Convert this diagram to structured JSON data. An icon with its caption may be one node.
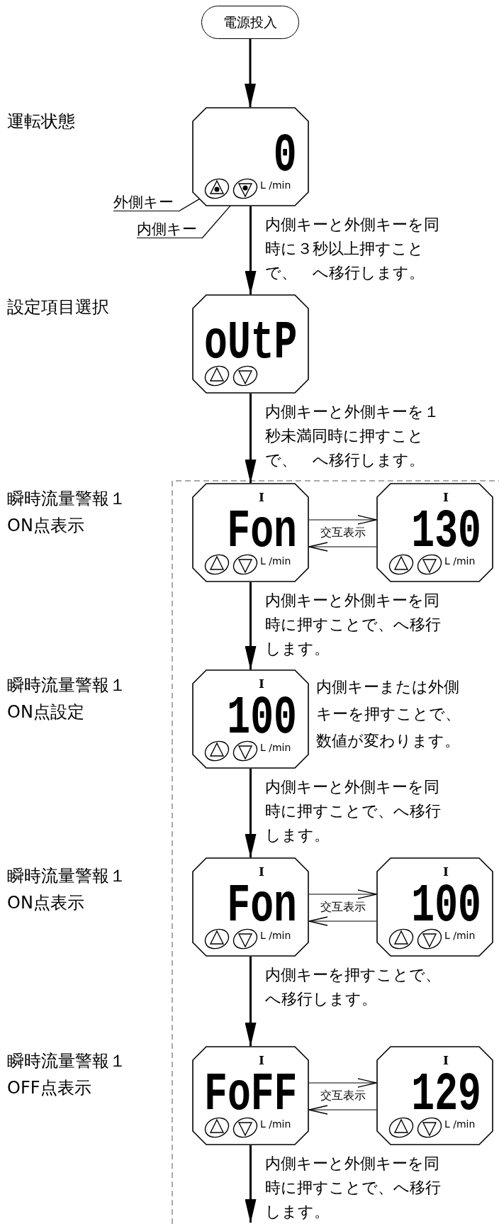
{
  "diagram": {
    "nodes": [
      {
        "text": [
          "電源投入"
        ]
      },
      {
        "text": [
          "0",
          "L /min"
        ]
      },
      {
        "text": [],
        "shape": "button",
        "in": 1
      },
      {
        "text": [],
        "shape": "button",
        "in": 1
      },
      {
        "text": [
          "外側キー"
        ]
      },
      {
        "text": [
          "内側キー"
        ]
      },
      {
        "text": [
          "oUtP"
        ]
      },
      {
        "text": [
          "I",
          "Fon",
          "L /min"
        ]
      },
      {
        "text": [
          "I",
          "130",
          "L /min"
        ]
      },
      {
        "text": [
          "I",
          "100",
          "L /min"
        ],
        "beside": [
          "内側キーまたは外側キーを押すことで、数値が変わります。"
        ]
      },
      {
        "text": [
          "I",
          "Fon",
          "L /min"
        ]
      },
      {
        "text": [
          "I",
          "100",
          "L /min"
        ]
      },
      {
        "text": [
          "I",
          "FoFF",
          "L /min"
        ]
      },
      {
        "text": [
          "I",
          "129",
          "L /min"
        ]
      }
    ],
    "edges": [
      {
        "from": 0,
        "to": 1,
        "arrow": "to"
      },
      {
        "from": 4,
        "to": 2,
        "arrow": "none"
      },
      {
        "from": 5,
        "to": 3,
        "arrow": "none"
      },
      {
        "from": 1,
        "to": 6,
        "arrow": "to",
        "label": "内側キーと外側キーを同時に３秒以上押すことで、　へ移行します。"
      },
      {
        "from": 6,
        "to": 7,
        "arrow": "to",
        "label": "内側キーと外側キーを１秒未満同時に押すことで、　へ移行します。"
      },
      {
        "from": 7,
        "to": 8,
        "arrow": "to",
        "label": "交互表示"
      },
      {
        "from": 8,
        "to": 7,
        "arrow": "to"
      },
      {
        "from": 7,
        "to": 9,
        "arrow": "to",
        "label": "内側キーと外側キーを同時に押すことで、へ移行します。"
      },
      {
        "from": 9,
        "to": 10,
        "arrow": "to",
        "label": "内側キーと外側キーを同時に押すことで、へ移行します。"
      },
      {
        "from": 10,
        "to": 11,
        "arrow": "to",
        "label": "交互表示"
      },
      {
        "from": 11,
        "to": 10,
        "arrow": "to"
      },
      {
        "from": 10,
        "to": 12,
        "arrow": "to",
        "label": "内側キーを押すことで、へ移行します。"
      },
      {
        "from": 12,
        "to": 13,
        "arrow": "to",
        "label": "交互表示"
      },
      {
        "from": 13,
        "to": 12,
        "arrow": "to"
      },
      {
        "from": 12,
        "to": null,
        "arrow": "to",
        "label": "内側キーと外側キーを同時に押すことで、へ移行します。"
      }
    ],
    "labels": [
      "運転状態",
      "設定項目選択",
      "瞬時流量警報１ ON点表示",
      "瞬時流量警報１ ON点設定",
      "瞬時流量警報１ ON点表示",
      "瞬時流量警報１ OFF点表示"
    ]
  }
}
